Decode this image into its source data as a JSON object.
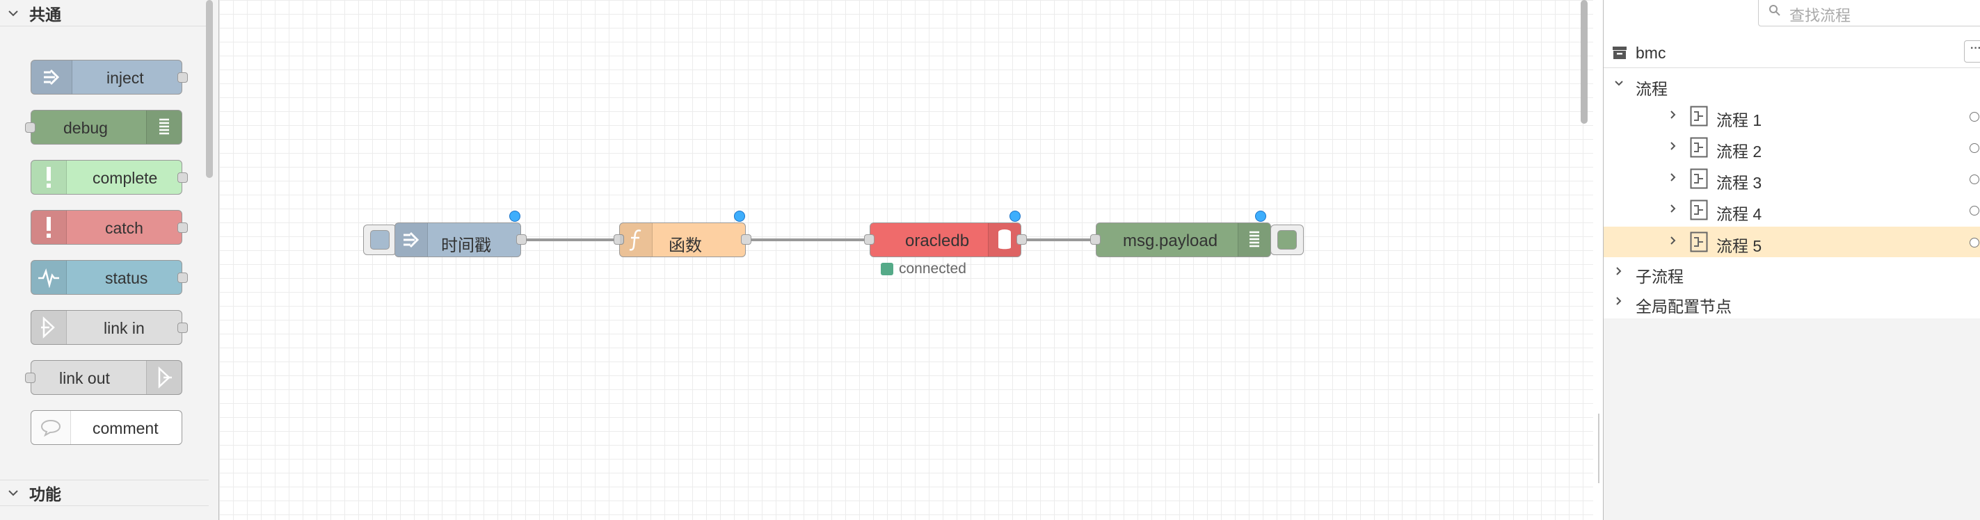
{
  "palette": {
    "category_common": "共通",
    "category_function": "功能",
    "nodes": [
      {
        "label": "inject",
        "color": "#a6bbcf"
      },
      {
        "label": "debug",
        "color": "#87a980"
      },
      {
        "label": "complete",
        "color": "#c0edc0"
      },
      {
        "label": "catch",
        "color": "#e49191"
      },
      {
        "label": "status",
        "color": "#94c1d0"
      },
      {
        "label": "link in",
        "color": "#dddddd"
      },
      {
        "label": "link out",
        "color": "#dddddd"
      },
      {
        "label": "comment",
        "color": "#ffffff"
      }
    ]
  },
  "workspace": {
    "nodes": [
      {
        "label": "时间戳",
        "color": "#a6bbcf",
        "icon": "inject-arrow-icon"
      },
      {
        "label": "函数",
        "color": "#fdd0a2",
        "icon": "function-icon"
      },
      {
        "label": "oracledb",
        "color": "#ef6b6b",
        "icon": "database-icon"
      },
      {
        "label": "msg.payload",
        "color": "#87a980",
        "icon": "debug-list-icon"
      }
    ],
    "status": {
      "text": "connected",
      "color": "#55aa88"
    }
  },
  "sidebar": {
    "search_placeholder": "查找流程",
    "project": "bmc",
    "more_label": "···",
    "flows_section": "流程",
    "flows": [
      "流程 1",
      "流程 2",
      "流程 3",
      "流程 4",
      "流程 5"
    ],
    "selected_flow": "流程 5",
    "subflows_section": "子流程",
    "config_section": "全局配置节点"
  }
}
